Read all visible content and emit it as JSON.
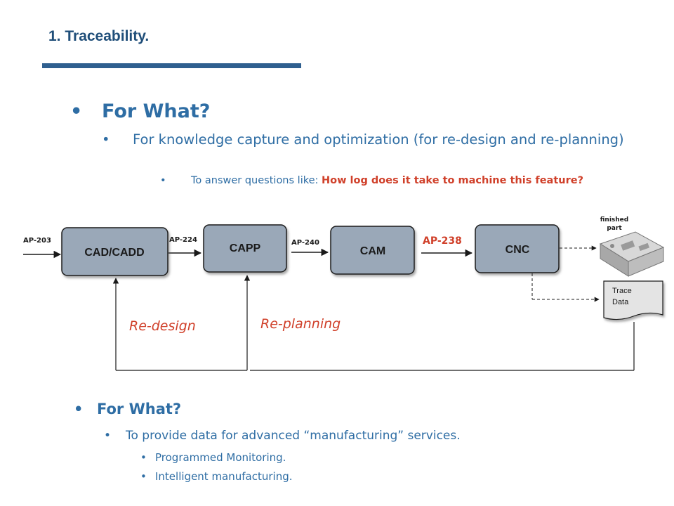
{
  "slide": {
    "title": "1. Traceability.",
    "heading1": "For What?",
    "bullet1": "For knowledge capture and optimization (for re-design and re-planning)",
    "sub_bullet_lead": "To answer questions like: ",
    "sub_bullet_highlight": "How log does it take to machine this feature?",
    "heading2": "For What?",
    "bullet2": "To provide data for advanced “manufacturing” services.",
    "sub_items": [
      "Programmed Monitoring.",
      "Intelligent manufacturing."
    ],
    "bullet_glyph": "•"
  },
  "diagram": {
    "boxes": [
      "CAD/CADD",
      "CAPP",
      "CAM",
      "CNC"
    ],
    "protocols": [
      "AP-203",
      "AP-224",
      "AP-240",
      "AP-238"
    ],
    "finished_part_label": [
      "finished",
      "part"
    ],
    "trace_data_label": [
      "Trace",
      "Data"
    ],
    "feedback_labels": [
      "Re-design",
      "Re-planning"
    ],
    "colors": {
      "box_fill": "#9aa8b8",
      "box_stroke": "#1a1a1a",
      "accent": "#d0402a",
      "text_blue": "#2e6da4"
    }
  }
}
